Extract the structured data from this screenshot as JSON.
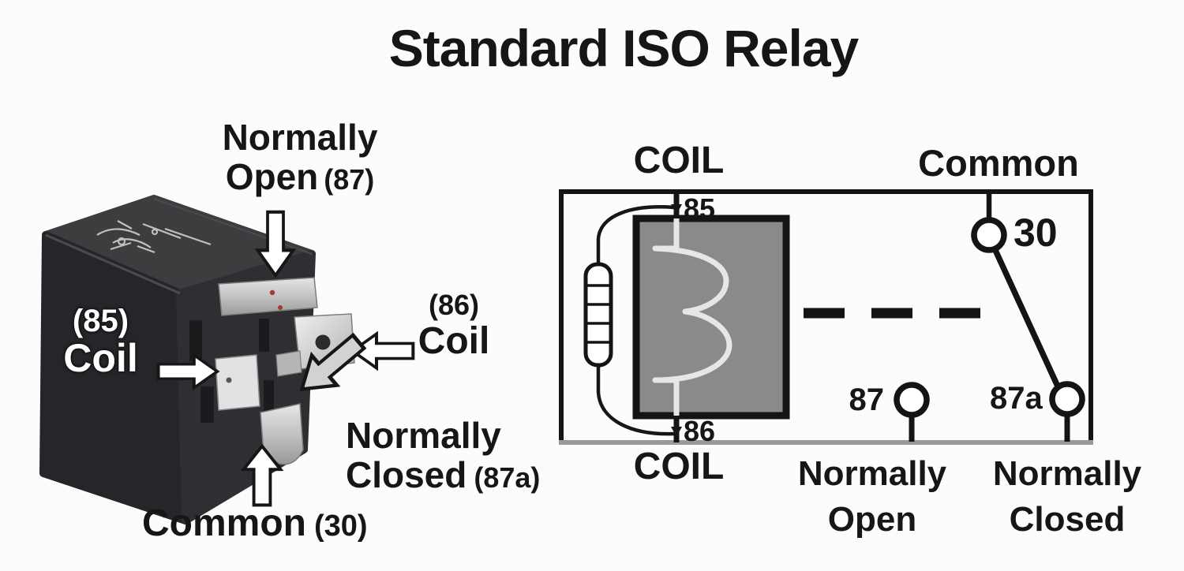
{
  "title": "Standard ISO Relay",
  "photo": {
    "normally_open": {
      "line1": "Normally",
      "line2": "Open",
      "pin": "(87)"
    },
    "coil_86": {
      "pin": "(86)",
      "label": "Coil"
    },
    "coil_85": {
      "pin": "(85)",
      "label": "Coil"
    },
    "normally_closed": {
      "line1": "Normally",
      "line2": "Closed",
      "pin": "(87a)"
    },
    "common": {
      "label": "Common",
      "pin": "(30)"
    }
  },
  "schematic": {
    "coil_top": "COIL",
    "common_top": "Common",
    "coil_bottom": "COIL",
    "pin_85": "85",
    "pin_86": "86",
    "pin_30": "30",
    "pin_87": "87",
    "pin_87a": "87a",
    "normally_open": {
      "line1": "Normally",
      "line2": "Open"
    },
    "normally_closed": {
      "line1": "Normally",
      "line2": "Closed"
    }
  },
  "icons": {
    "arrow_down": "block-arrow-down",
    "arrow_left": "block-arrow-left",
    "arrow_right": "block-arrow-right",
    "arrow_up": "block-arrow-up",
    "arrow_up_left": "block-arrow-up-left"
  },
  "colors": {
    "bg": "#fcfcfc",
    "ink": "#161616",
    "pin_metal": "#c6c6c6",
    "coil_fill": "#8a8a8a",
    "gray_arrow": "#d2d2d2",
    "bottom_border": "#9a9a9a"
  }
}
